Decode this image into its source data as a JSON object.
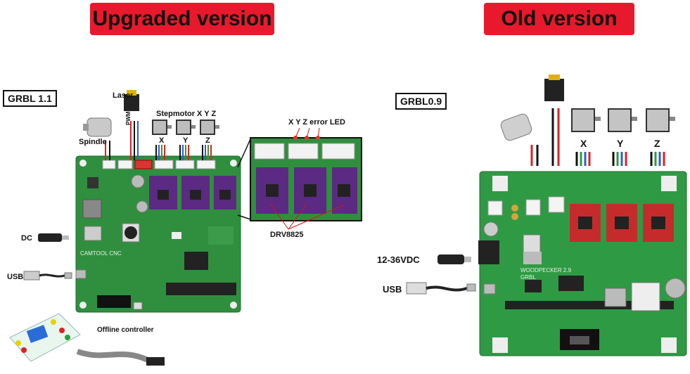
{
  "left": {
    "banner": "Upgraded version",
    "firmware": "GRBL 1.1",
    "labels": {
      "laser": "Laser",
      "pwm": "PWM",
      "stepmotor": "Stepmotor X Y Z",
      "x": "X",
      "y": "Y",
      "z": "Z",
      "spindle": "Spindle",
      "error_led": "X Y Z error LED",
      "driver": "DRV8825",
      "dc": "DC",
      "usb": "USB",
      "offline": "Offline controller",
      "board_text": "CAMTOOL CNC"
    }
  },
  "right": {
    "banner": "Old version",
    "firmware": "GRBL0.9",
    "labels": {
      "x": "X",
      "y": "Y",
      "z": "Z",
      "power": "12-36VDC",
      "usb": "USB",
      "board_text": "WOODPECKER 2.9",
      "board_text2": "GRBL"
    }
  },
  "colors": {
    "banner": "#e8192c",
    "pcb_green": "#2f8f3e",
    "driver_purple": "#5b2a82",
    "driver_red": "#c62b2b"
  }
}
